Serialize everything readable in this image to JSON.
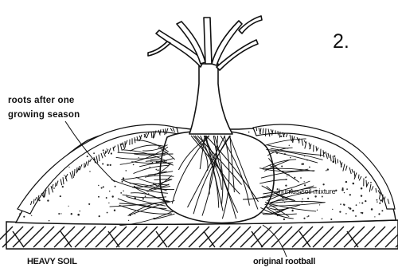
{
  "figure": {
    "number": "2.",
    "labels": {
      "roots_line1": "roots after one",
      "roots_line2": "growing season",
      "humus": "humus soil mixture",
      "heavy_soil": "HEAVY SOIL",
      "rootball": "original rootball"
    },
    "colors": {
      "ink": "#111111",
      "paper": "#ffffff"
    }
  }
}
